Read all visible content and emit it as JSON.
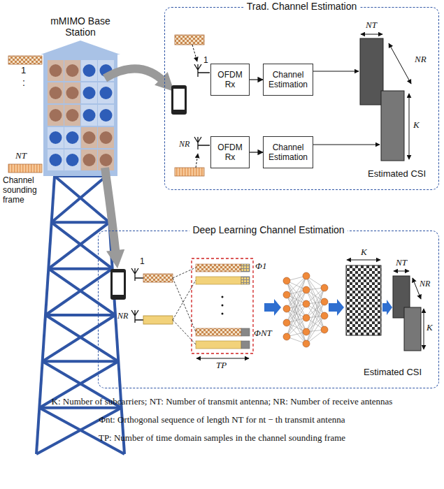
{
  "diagram": {
    "nodes": [
      {
        "text": [
          "Trad. Channel Estimation"
        ]
      },
      {
        "text": [
          "OFDM Rx"
        ],
        "in": 0
      },
      {
        "text": [
          "Channel Estimation"
        ],
        "in": 0
      },
      {
        "text": [
          "OFDM Rx"
        ],
        "in": 0
      },
      {
        "text": [
          "Channel Estimation"
        ],
        "in": 0
      },
      {
        "text": [
          "Deep Learning Channel Estimation"
        ]
      }
    ],
    "edges": [
      {
        "from": 1,
        "to": 2,
        "arrow": "to"
      },
      {
        "from": 3,
        "to": 4,
        "arrow": "to"
      }
    ],
    "labels": [
      "mMIMO Base Station",
      "1",
      ":",
      "NT",
      "Channel sounding frame",
      "NT",
      "NR",
      "K",
      "1",
      "NR",
      "Estimated CSI",
      "1",
      "NR",
      "Φ1",
      "ΦNT",
      "TP",
      "K",
      "NT",
      "NR",
      "K",
      "Estimated CSI",
      "K: Number of subcarriers; NT: Number of transmit antenna; NR: Number of receive antennas",
      "Φnt: Orthogonal sequence of length NT for nt − th transmit antenna",
      "TP: Number of time domain samples in the channel sounding frame"
    ]
  }
}
